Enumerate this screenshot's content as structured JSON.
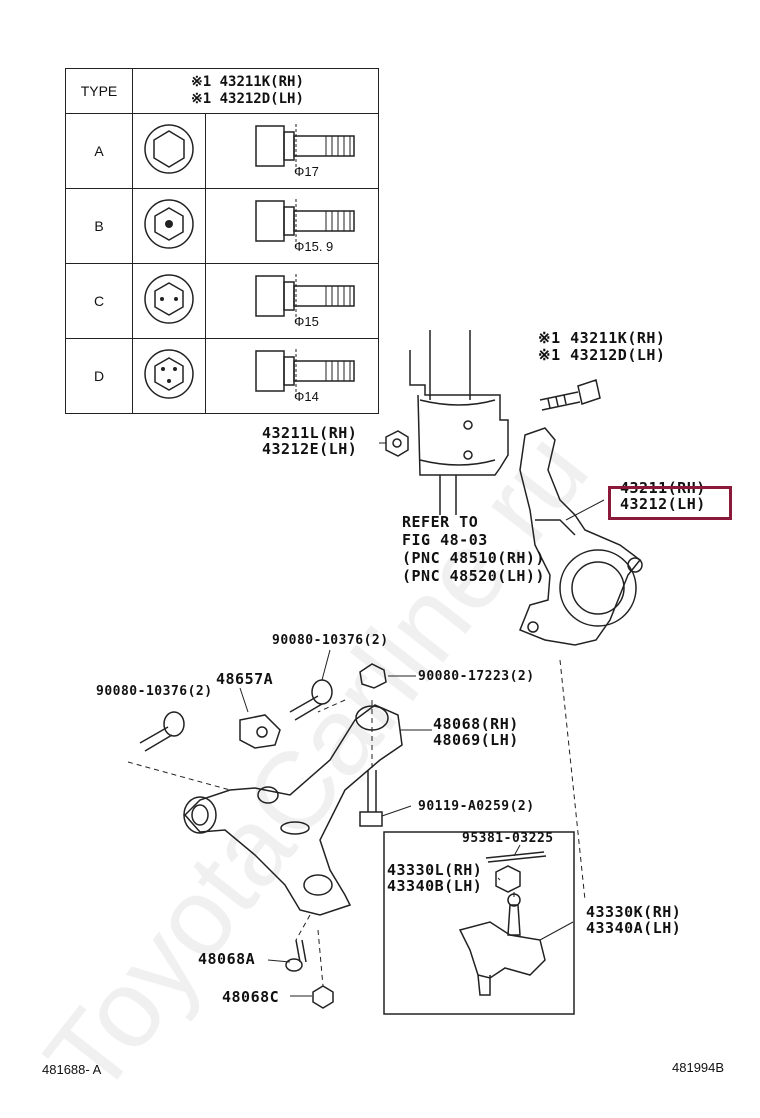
{
  "table": {
    "type_header": "TYPE",
    "header_line1": "※1 43211K(RH)",
    "header_line2": "※1 43212D(LH)",
    "rows": [
      {
        "type": "A",
        "diameter": "Φ17"
      },
      {
        "type": "B",
        "diameter": "Φ15. 9"
      },
      {
        "type": "C",
        "diameter": "Φ15"
      },
      {
        "type": "D",
        "diameter": "Φ14"
      }
    ]
  },
  "labels": {
    "bolt_rh": "※1 43211K(RH)",
    "bolt_lh": "※1 43212D(LH)",
    "nut_rh": "43211L(RH)",
    "nut_lh": "43212E(LH)",
    "knuckle_rh": "43211(RH)",
    "knuckle_lh": "43212(LH)",
    "refer_1": "REFER TO",
    "refer_2": "FIG 48-03",
    "refer_3": "(PNC 48510(RH))",
    "refer_4": "(PNC 48520(LH))",
    "bolt_90080_10376_top": "90080-10376(2)",
    "bolt_90080_10376_left": "90080-10376(2)",
    "bracket_48657A": "48657A",
    "nut_90080_17223": "90080-17223(2)",
    "arm_rh": "48068(RH)",
    "arm_lh": "48069(LH)",
    "bolt_90119": "90119-A0259(2)",
    "pin_95381": "95381-03225",
    "nut_43330L": "43330L(RH)",
    "nut_43340B": "43340B(LH)",
    "joint_rh": "43330K(RH)",
    "joint_lh": "43340A(LH)",
    "bushing_48068A": "48068A",
    "bushing_48068C": "48068C"
  },
  "footer": {
    "left_code": "481688- A",
    "right_code": "481994B"
  },
  "watermark": "ToyotaCarline.ru",
  "colors": {
    "highlight": "#8b1a3a",
    "line": "#222222"
  }
}
